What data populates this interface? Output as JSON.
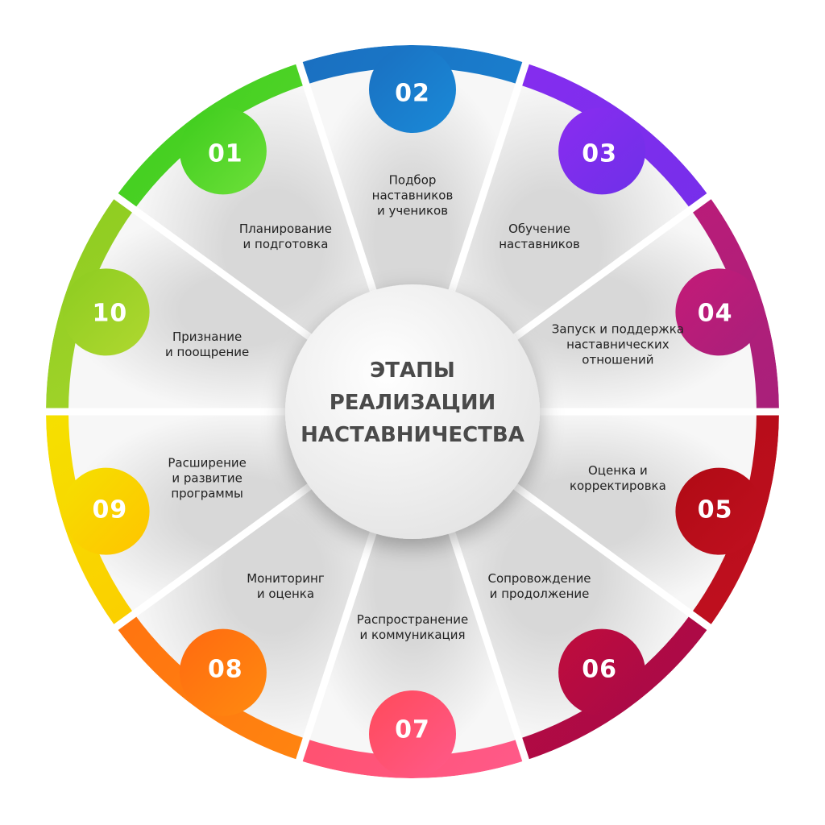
{
  "title": "ЭТАПЫ\nРЕАЛИЗАЦИИ\nНАСТАВНИЧЕСТВА",
  "segments": [
    {
      "number": "01",
      "label": "Планирование\nи подготовка",
      "color": "#3ccc1c",
      "color2": "#6ee03a"
    },
    {
      "number": "02",
      "label": "Подбор\nнаставников\nи учеников",
      "color": "#1a6fc0",
      "color2": "#1a8ad8"
    },
    {
      "number": "03",
      "label": "Обучение\nнаставников",
      "color": "#8a2cf0",
      "color2": "#6e30e8"
    },
    {
      "number": "04",
      "label": "Запуск и поддержка\nнаставнических\nотношений",
      "color": "#c41a78",
      "color2": "#a8207a"
    },
    {
      "number": "05",
      "label": "Оценка и\nкорректировка",
      "color": "#b00a14",
      "color2": "#c01020"
    },
    {
      "number": "06",
      "label": "Сопровождение\nи продолжение",
      "color": "#c00c3c",
      "color2": "#a80a48"
    },
    {
      "number": "07",
      "label": "Распространение\nи коммуникация",
      "color": "#ff4a5a",
      "color2": "#ff5a8a"
    },
    {
      "number": "08",
      "label": "Мониторинг\nи оценка",
      "color": "#ff6a10",
      "color2": "#ff8a10"
    },
    {
      "number": "09",
      "label": "Расширение\nи развитие\nпрограммы",
      "color": "#f5e000",
      "color2": "#ffc400"
    },
    {
      "number": "10",
      "label": "Признание\nи поощрение",
      "color": "#8ccc20",
      "color2": "#b0d830"
    }
  ]
}
